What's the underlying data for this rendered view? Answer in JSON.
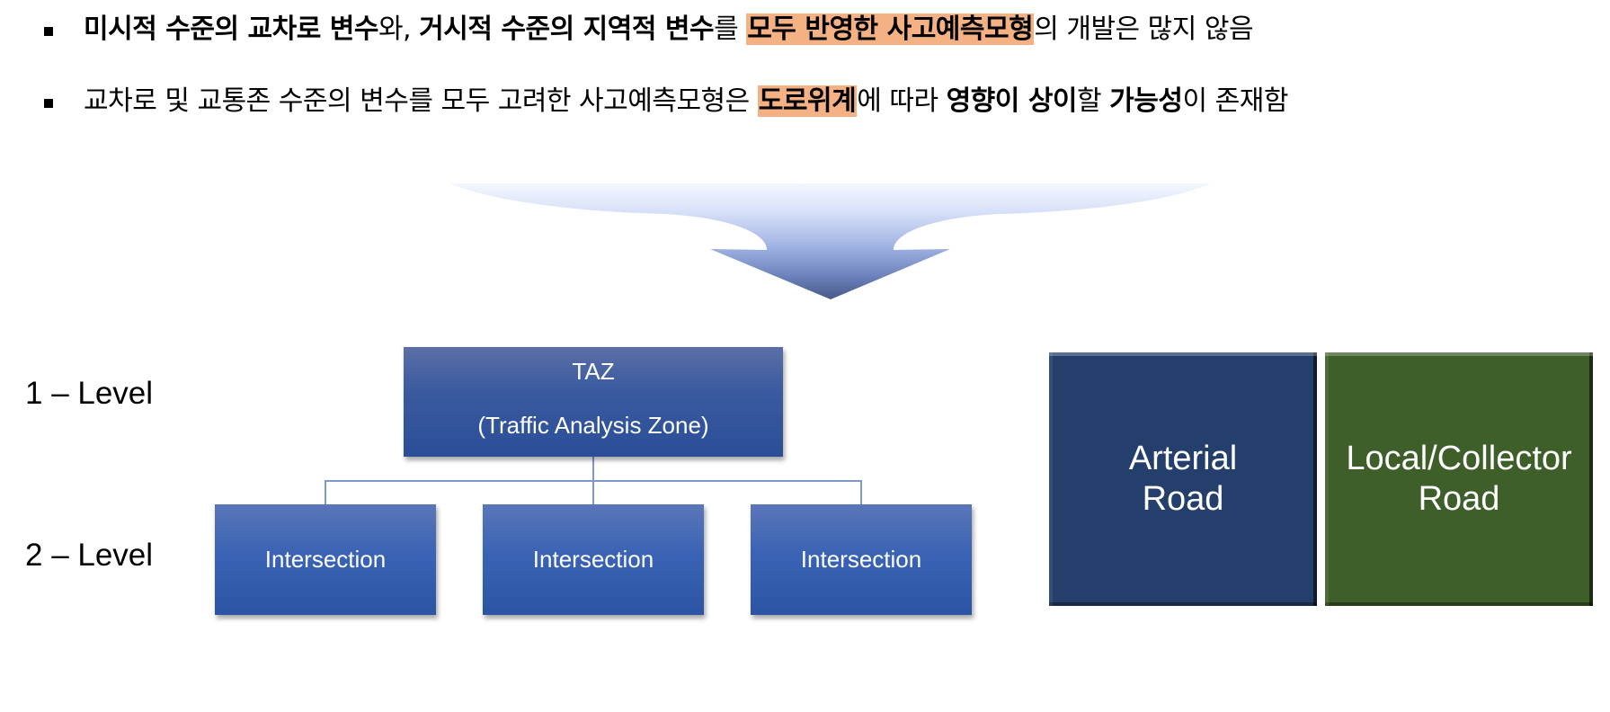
{
  "bullets": [
    {
      "segments": [
        {
          "text": "미시적 수준의 교차로 변수",
          "bold": true,
          "highlight": false
        },
        {
          "text": "와, ",
          "bold": false,
          "highlight": false
        },
        {
          "text": "거시적 수준의 지역적 변수",
          "bold": true,
          "highlight": false
        },
        {
          "text": "를 ",
          "bold": false,
          "highlight": false
        },
        {
          "text": "모두 반영한 사고예측모형",
          "bold": true,
          "highlight": true
        },
        {
          "text": "의 개발은 많지 않음",
          "bold": false,
          "highlight": false
        }
      ]
    },
    {
      "segments": [
        {
          "text": "교차로 및 교통존 수준의 변수를 모두 고려한 사고예측모형은 ",
          "bold": false,
          "highlight": false
        },
        {
          "text": "도로위계",
          "bold": true,
          "highlight": true
        },
        {
          "text": "에 따라 ",
          "bold": false,
          "highlight": false
        },
        {
          "text": "영향이 상이",
          "bold": true,
          "highlight": false
        },
        {
          "text": "할 ",
          "bold": false,
          "highlight": false
        },
        {
          "text": "가능성",
          "bold": true,
          "highlight": false
        },
        {
          "text": "이 존재함",
          "bold": false,
          "highlight": false
        }
      ]
    }
  ],
  "arrow": {
    "icon": "downward-merge-arrow-icon",
    "color_top": "#eef3fd",
    "color_bottom": "#4a5c8c"
  },
  "hierarchy": {
    "levels": [
      "1 – Level",
      "2 – Level"
    ],
    "root": {
      "title": "TAZ",
      "subtitle": "(Traffic Analysis Zone)"
    },
    "children": [
      "Intersection",
      "Intersection",
      "Intersection"
    ]
  },
  "road_types": [
    {
      "line1": "Arterial",
      "line2": "Road",
      "color": "#243f6b"
    },
    {
      "line1": "Local/Collector",
      "line2": "Road",
      "color": "#3f5f2a"
    }
  ],
  "colors": {
    "highlight": "#f4b183",
    "node_blue": "#2f59a8",
    "connector": "#7f97cf"
  }
}
